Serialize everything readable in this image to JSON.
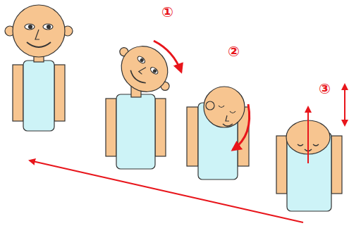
{
  "diagram": {
    "labels": [
      "①",
      "②",
      "③"
    ]
  }
}
